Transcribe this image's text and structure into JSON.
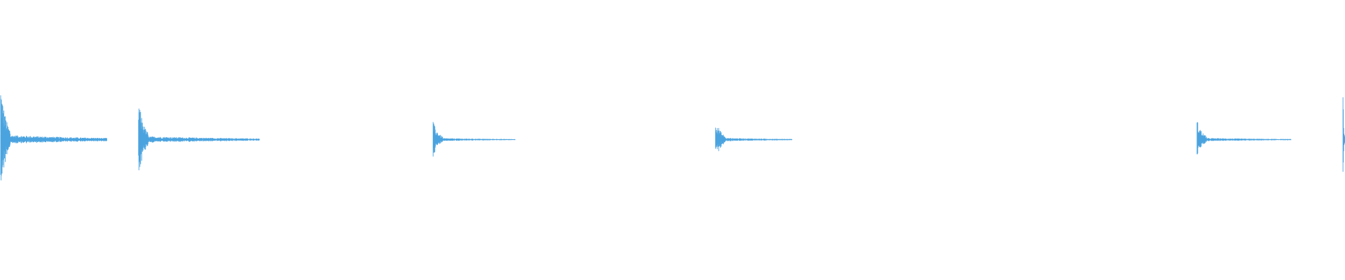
{
  "chart_data": {
    "type": "line",
    "title": "",
    "xlabel": "",
    "ylabel": "",
    "color": "#4aa3df",
    "grid": false,
    "legend": "none",
    "duration": 1.0,
    "ylim": [
      -1,
      1
    ],
    "bursts": [
      {
        "t": 0.0005,
        "peak": 0.68,
        "tail": 0.079
      },
      {
        "t": 0.103,
        "peak": 0.49,
        "tail": 0.09
      },
      {
        "t": 0.322,
        "peak": 0.22,
        "tail": 0.061
      },
      {
        "t": 0.532,
        "peak": 0.26,
        "tail": 0.057
      },
      {
        "t": 0.89,
        "peak": 0.24,
        "tail": 0.07
      },
      {
        "t": 0.9985,
        "peak": 0.97,
        "tail": 0.0015
      }
    ]
  }
}
